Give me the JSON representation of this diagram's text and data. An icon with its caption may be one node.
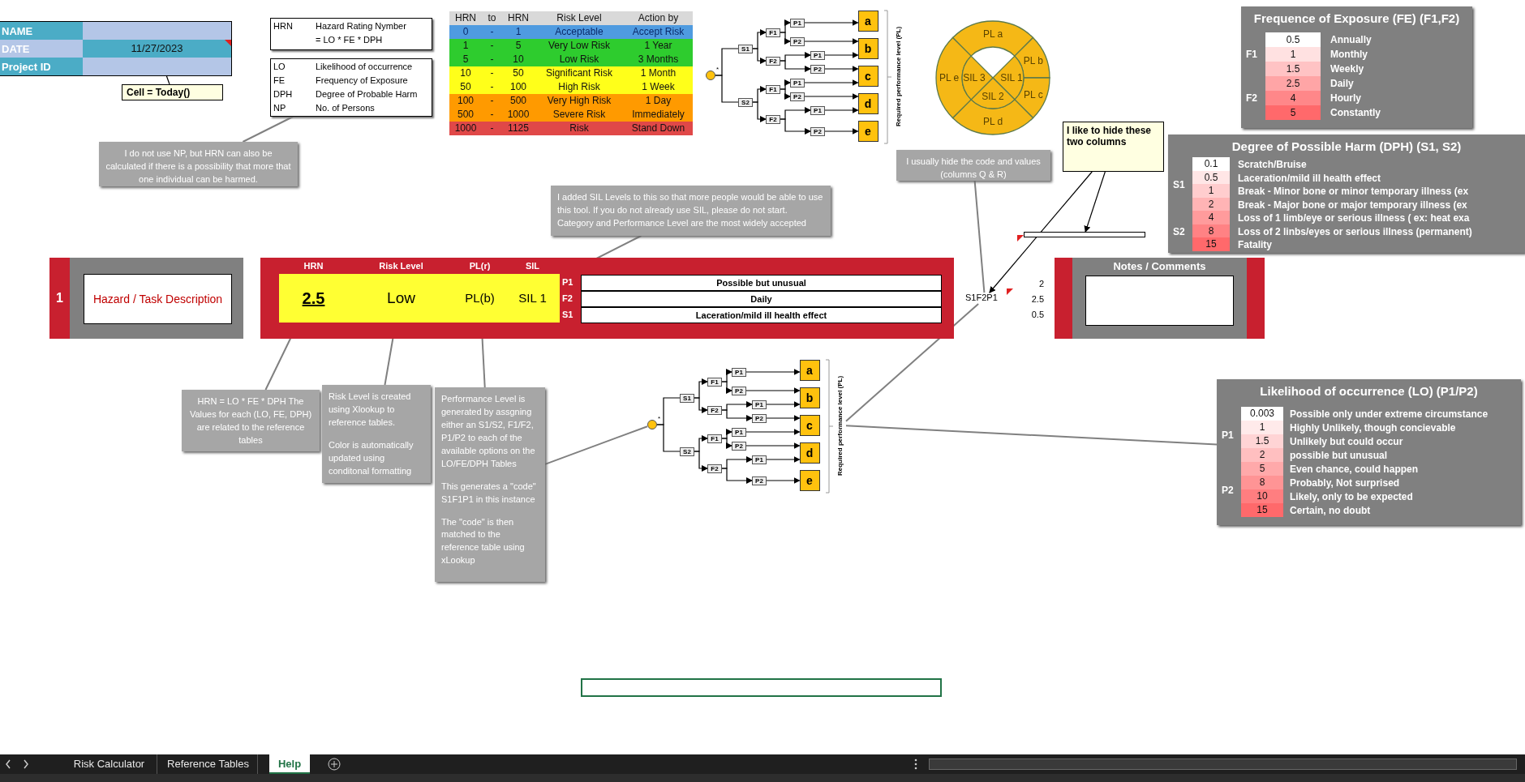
{
  "diagram": {
    "nodes": [
      {
        "text": [
          "11/27/2023"
        ]
      },
      {
        "text": [
          "Cell = Today()"
        ]
      },
      {
        "text": [
          "HRN",
          "Hazard Rating Nymber",
          "= LO * FE * DPH"
        ]
      },
      {
        "text": [
          "LO",
          "Likelihood of occurrence",
          "FE",
          "Frequency of Exposure",
          "DPH",
          "Degree of Probable Harm",
          "NP",
          "No. of Persons"
        ]
      },
      {
        "text": [
          "I do not use NP, but HRN can also be calculated if there is a possibility that more that one individual can be harmed."
        ]
      },
      {
        "text": [
          "I added SIL Levels to this so that more people would be able to use this tool. If you do not already use SIL, please do not start. Category and Performance Level are the most widely accepted"
        ]
      },
      {
        "text": [
          "I usually hide the code and values (columns Q & R)"
        ]
      },
      {
        "text": [
          "I like to hide these two columns"
        ]
      },
      {
        "text": [
          "1",
          "Hazard / Task Description"
        ]
      },
      {
        "text": [],
        "shape": "box"
      },
      {
        "text": [
          "HRN",
          "2.5"
        ],
        "in": 9
      },
      {
        "text": [
          "Risk Level",
          "Low"
        ],
        "in": 9
      },
      {
        "text": [
          "PL(r)",
          "PL(b)"
        ],
        "in": 9
      },
      {
        "text": [
          "SIL",
          "SIL 1"
        ],
        "in": 9
      },
      {
        "text": [
          "P1",
          "Possible but unusual"
        ],
        "in": 9
      },
      {
        "text": [
          "F2",
          "Daily"
        ],
        "in": 9
      },
      {
        "text": [
          "S1",
          "Laceration/mild ill health effect"
        ],
        "in": 9
      },
      {
        "text": [
          "S1F2P1"
        ]
      },
      {
        "text": [
          "Notes / Comments"
        ]
      },
      {
        "text": [
          "HRN = LO * FE * DPH The Values for each (LO, FE, DPH) are related to the reference tables"
        ]
      },
      {
        "text": [
          "Risk Level is created using Xlookup to reference tables.",
          "Color is automatically updated using conditonal formatting"
        ]
      },
      {
        "text": [
          "Performance Level is generated by assgning either an S1/S2, F1/F2, P1/P2 to each of the available options on the LO/FE/DPH Tables",
          "This generates a \"code\" S1F1P1 in this instance",
          "The \"code\" is then matched to the reference table using xLookup"
        ]
      },
      {
        "text": [
          "Frequence of Exposure (FE) (F1,F2)",
          "F1",
          "F2",
          "0.5",
          "Annually",
          "1",
          "Monthly",
          "1.5",
          "Weekly",
          "2.5",
          "Daily",
          "4",
          "Hourly",
          "5",
          "Constantly"
        ]
      },
      {
        "text": [
          "Degree of Possible Harm (DPH) (S1, S2)",
          "S1",
          "S2",
          "0.1",
          "Scratch/Bruise",
          "0.5",
          "Laceration/mild ill health effect",
          "1",
          "Break - Minor bone or minor temporary illness (ex",
          "2",
          "Break - Major bone or major temporary illness (ex",
          "4",
          "Loss of 1 limb/eye or serious  illness ( ex: heat exa",
          "8",
          "Loss of 2 linbs/eyes or serious illness (permanent)",
          "15",
          "Fatality"
        ]
      },
      {
        "text": [
          "Likelihood of occurrence  (LO) (P1/P2)",
          "P1",
          "P2",
          "0.003",
          "Possible only under extreme circumstance",
          "1",
          "Highly Unlikely, though concievable",
          "1.5",
          "Unlikely but could occur",
          "2",
          "possible but unusual",
          "5",
          "Even chance, could happen",
          "8",
          "Probably, Not surprised",
          "10",
          "Likely, only to be expected",
          "15",
          "Certain, no doubt"
        ]
      },
      {
        "text": [
          "PL a"
        ]
      },
      {
        "text": [
          "PL b"
        ]
      },
      {
        "text": [
          "PL c"
        ]
      },
      {
        "text": [
          "PL d"
        ]
      },
      {
        "text": [
          "PL e"
        ]
      },
      {
        "text": [
          "SIL 1"
        ]
      },
      {
        "text": [
          "SIL 2"
        ]
      },
      {
        "text": [
          "SIL 3"
        ]
      },
      {
        "text": [],
        "shape": "circle",
        "beside": [
          "*"
        ]
      },
      {
        "text": [
          "S1"
        ]
      },
      {
        "text": [
          "S2"
        ]
      },
      {
        "text": [
          "F1"
        ]
      },
      {
        "text": [
          "F2"
        ]
      },
      {
        "text": [
          "F1"
        ]
      },
      {
        "text": [
          "F2"
        ]
      },
      {
        "text": [
          "P1"
        ]
      },
      {
        "text": [
          "P2"
        ]
      },
      {
        "text": [
          "P1"
        ]
      },
      {
        "text": [
          "P2"
        ]
      },
      {
        "text": [
          "P1"
        ]
      },
      {
        "text": [
          "P2"
        ]
      },
      {
        "text": [
          "P1"
        ]
      },
      {
        "text": [
          "P2"
        ]
      },
      {
        "text": [
          "a"
        ]
      },
      {
        "text": [
          "b"
        ]
      },
      {
        "text": [
          "c"
        ]
      },
      {
        "text": [
          "d"
        ]
      },
      {
        "text": [
          "e"
        ]
      },
      {
        "text": [
          "Required performance level (PL)"
        ]
      },
      {
        "text": [],
        "shape": "circle",
        "beside": [
          "*"
        ]
      },
      {
        "text": [
          "S1"
        ]
      },
      {
        "text": [
          "S2"
        ]
      },
      {
        "text": [
          "F1"
        ]
      },
      {
        "text": [
          "F2"
        ]
      },
      {
        "text": [
          "F1"
        ]
      },
      {
        "text": [
          "F2"
        ]
      },
      {
        "text": [
          "P1"
        ]
      },
      {
        "text": [
          "P2"
        ]
      },
      {
        "text": [
          "P1"
        ]
      },
      {
        "text": [
          "P2"
        ]
      },
      {
        "text": [
          "P1"
        ]
      },
      {
        "text": [
          "P2"
        ]
      },
      {
        "text": [
          "P1"
        ]
      },
      {
        "text": [
          "P2"
        ]
      },
      {
        "text": [
          "a"
        ]
      },
      {
        "text": [
          "b"
        ]
      },
      {
        "text": [
          "c"
        ]
      },
      {
        "text": [
          "d"
        ]
      },
      {
        "text": [
          "e"
        ]
      },
      {
        "text": [
          "Required performance level (PL)"
        ]
      },
      {
        "text": [],
        "shape": "box"
      }
    ],
    "edges": [
      {
        "from": 1,
        "to": 0,
        "arrow": "to"
      },
      {
        "from": 4,
        "to": 3,
        "arrow": "none",
        "color": "#808080"
      },
      {
        "from": 5,
        "to": 13,
        "arrow": "none",
        "color": "#808080"
      },
      {
        "from": 6,
        "to": 17,
        "arrow": "none",
        "color": "#808080"
      },
      {
        "from": 7,
        "to": 75,
        "arrow": "to"
      },
      {
        "from": 7,
        "to": 17,
        "arrow": "to"
      },
      {
        "from": 19,
        "to": 10,
        "arrow": "none",
        "color": "#808080"
      },
      {
        "from": 20,
        "to": 11,
        "arrow": "none",
        "color": "#808080"
      },
      {
        "from": 21,
        "to": 12,
        "arrow": "none",
        "color": "#808080"
      },
      {
        "from": 21,
        "to": 54,
        "arrow": "none",
        "color": "#808080"
      },
      {
        "from": 74,
        "to": 17,
        "arrow": "none",
        "color": "#808080"
      },
      {
        "from": 74,
        "to": 24,
        "arrow": "none",
        "color": "#808080"
      },
      {
        "from": 33,
        "to": 34,
        "arrow": "none"
      },
      {
        "from": 33,
        "to": 35,
        "arrow": "none"
      },
      {
        "from": 34,
        "to": 36,
        "arrow": "to"
      },
      {
        "from": 34,
        "to": 37,
        "arrow": "to"
      },
      {
        "from": 35,
        "to": 38,
        "arrow": "to"
      },
      {
        "from": 35,
        "to": 39,
        "arrow": "to"
      },
      {
        "from": 36,
        "to": 40,
        "arrow": "to"
      },
      {
        "from": 36,
        "to": 41,
        "arrow": "to"
      },
      {
        "from": 37,
        "to": 42,
        "arrow": "to"
      },
      {
        "from": 37,
        "to": 43,
        "arrow": "to"
      },
      {
        "from": 38,
        "to": 44,
        "arrow": "to"
      },
      {
        "from": 38,
        "to": 45,
        "arrow": "to"
      },
      {
        "from": 39,
        "to": 46,
        "arrow": "to"
      },
      {
        "from": 39,
        "to": 47,
        "arrow": "to"
      },
      {
        "from": 40,
        "to": 48,
        "arrow": "to"
      },
      {
        "from": 41,
        "to": 49,
        "arrow": "to"
      },
      {
        "from": 42,
        "to": 49,
        "arrow": "to"
      },
      {
        "from": 43,
        "to": 50,
        "arrow": "to"
      },
      {
        "from": 44,
        "to": 50,
        "arrow": "to"
      },
      {
        "from": 45,
        "to": 51,
        "arrow": "to"
      },
      {
        "from": 46,
        "to": 51,
        "arrow": "to"
      },
      {
        "from": 47,
        "to": 52,
        "arrow": "to"
      },
      {
        "from": 54,
        "to": 55,
        "arrow": "none"
      },
      {
        "from": 54,
        "to": 56,
        "arrow": "none"
      },
      {
        "from": 55,
        "to": 57,
        "arrow": "to"
      },
      {
        "from": 55,
        "to": 58,
        "arrow": "to"
      },
      {
        "from": 56,
        "to": 59,
        "arrow": "to"
      },
      {
        "from": 56,
        "to": 60,
        "arrow": "to"
      },
      {
        "from": 57,
        "to": 61,
        "arrow": "to"
      },
      {
        "from": 57,
        "to": 62,
        "arrow": "to"
      },
      {
        "from": 58,
        "to": 63,
        "arrow": "to"
      },
      {
        "from": 58,
        "to": 64,
        "arrow": "to"
      },
      {
        "from": 59,
        "to": 65,
        "arrow": "to"
      },
      {
        "from": 59,
        "to": 66,
        "arrow": "to"
      },
      {
        "from": 60,
        "to": 67,
        "arrow": "to"
      },
      {
        "from": 60,
        "to": 68,
        "arrow": "to"
      },
      {
        "from": 61,
        "to": 69,
        "arrow": "to"
      },
      {
        "from": 62,
        "to": 70,
        "arrow": "to"
      },
      {
        "from": 63,
        "to": 70,
        "arrow": "to"
      },
      {
        "from": 64,
        "to": 71,
        "arrow": "to"
      },
      {
        "from": 65,
        "to": 71,
        "arrow": "to"
      },
      {
        "from": 66,
        "to": 72,
        "arrow": "to"
      },
      {
        "from": 67,
        "to": 72,
        "arrow": "to"
      },
      {
        "from": 68,
        "to": 73,
        "arrow": "to"
      }
    ],
    "labels": [
      "NAME",
      "DATE",
      "Project ID",
      "HRN",
      "to",
      "HRN",
      "Risk Level",
      "Action by",
      "0",
      "-",
      "1",
      "Acceptable",
      "Accept Risk",
      "1",
      "-",
      "5",
      "Very Low Risk",
      "1 Year",
      "5",
      "-",
      "10",
      "Low Risk",
      "3 Months",
      "10",
      "-",
      "50",
      "Significant Risk",
      "1 Month",
      "50",
      "-",
      "100",
      "High Risk",
      "1 Week",
      "100",
      "-",
      "500",
      "Very High Risk",
      "1 Day",
      "500",
      "-",
      "1000",
      "Severe Risk",
      "Immediately",
      "1000",
      "-",
      "1125",
      "Risk",
      "Stand Down",
      "2",
      "2.5",
      "0.5",
      "Risk Calculator",
      "Reference Tables",
      "Help"
    ]
  }
}
